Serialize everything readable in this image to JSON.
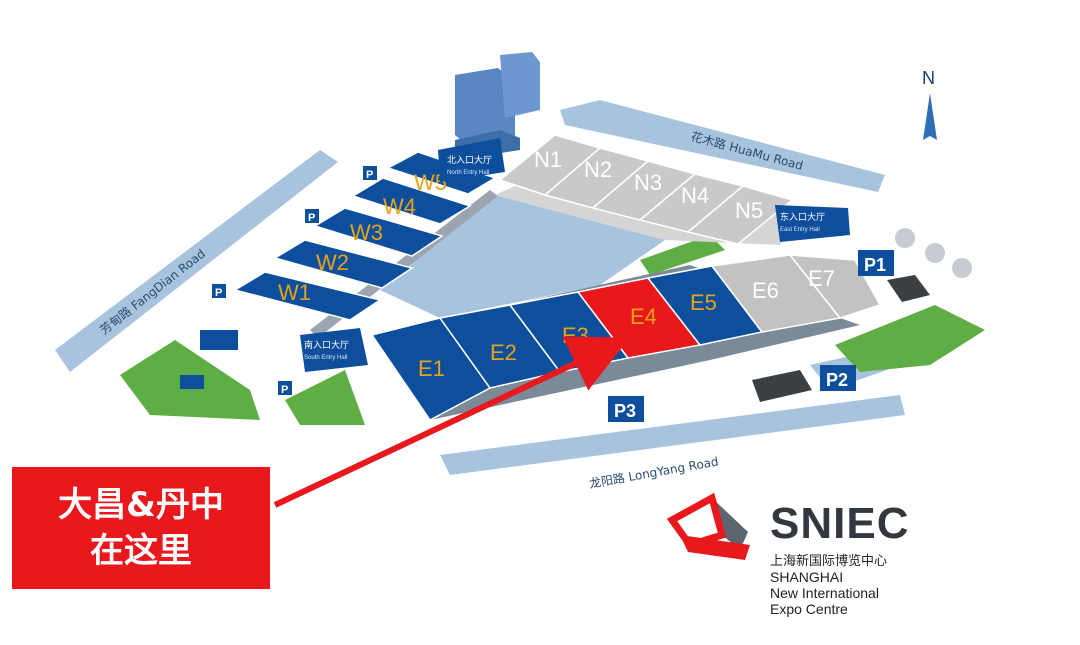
{
  "compass": {
    "label": "N"
  },
  "halls": {
    "west": [
      "W1",
      "W2",
      "W3",
      "W4",
      "W5"
    ],
    "north": [
      "N1",
      "N2",
      "N3",
      "N4",
      "N5"
    ],
    "east": [
      "E1",
      "E2",
      "E3",
      "E4",
      "E5",
      "E6",
      "E7"
    ]
  },
  "highlighted_hall": "E4",
  "roads": {
    "huamu": "花木路 HuaMu Road",
    "fangdian": "芳甸路 FangDian Road",
    "longyang": "龙阳路 LongYang Road"
  },
  "entries": {
    "north": {
      "label": "北入口大厅",
      "sub": "North Entry Hall"
    },
    "east": {
      "label": "东入口大厅",
      "sub": "East Entry Hall"
    },
    "south": {
      "label": "南入口大厅",
      "sub": "South Entry Hall"
    }
  },
  "parking": {
    "generic": "P",
    "p1": "P1",
    "p2": "P2",
    "p3": "P3"
  },
  "callout": {
    "line1": "大昌&丹中",
    "line2": "在这里"
  },
  "logo": {
    "name": "SNIEC",
    "chinese": "上海新国际博览中心",
    "english": [
      "SHANGHAI",
      "New International",
      "Expo Centre"
    ]
  },
  "colors": {
    "hall_blue": "#0d4f9c",
    "highlight_red": "#e8181d",
    "label_gold": "#e6a317",
    "road": "#a8c3de",
    "green": "#5fae45",
    "north_hall_grey": "#c9c9c9"
  }
}
